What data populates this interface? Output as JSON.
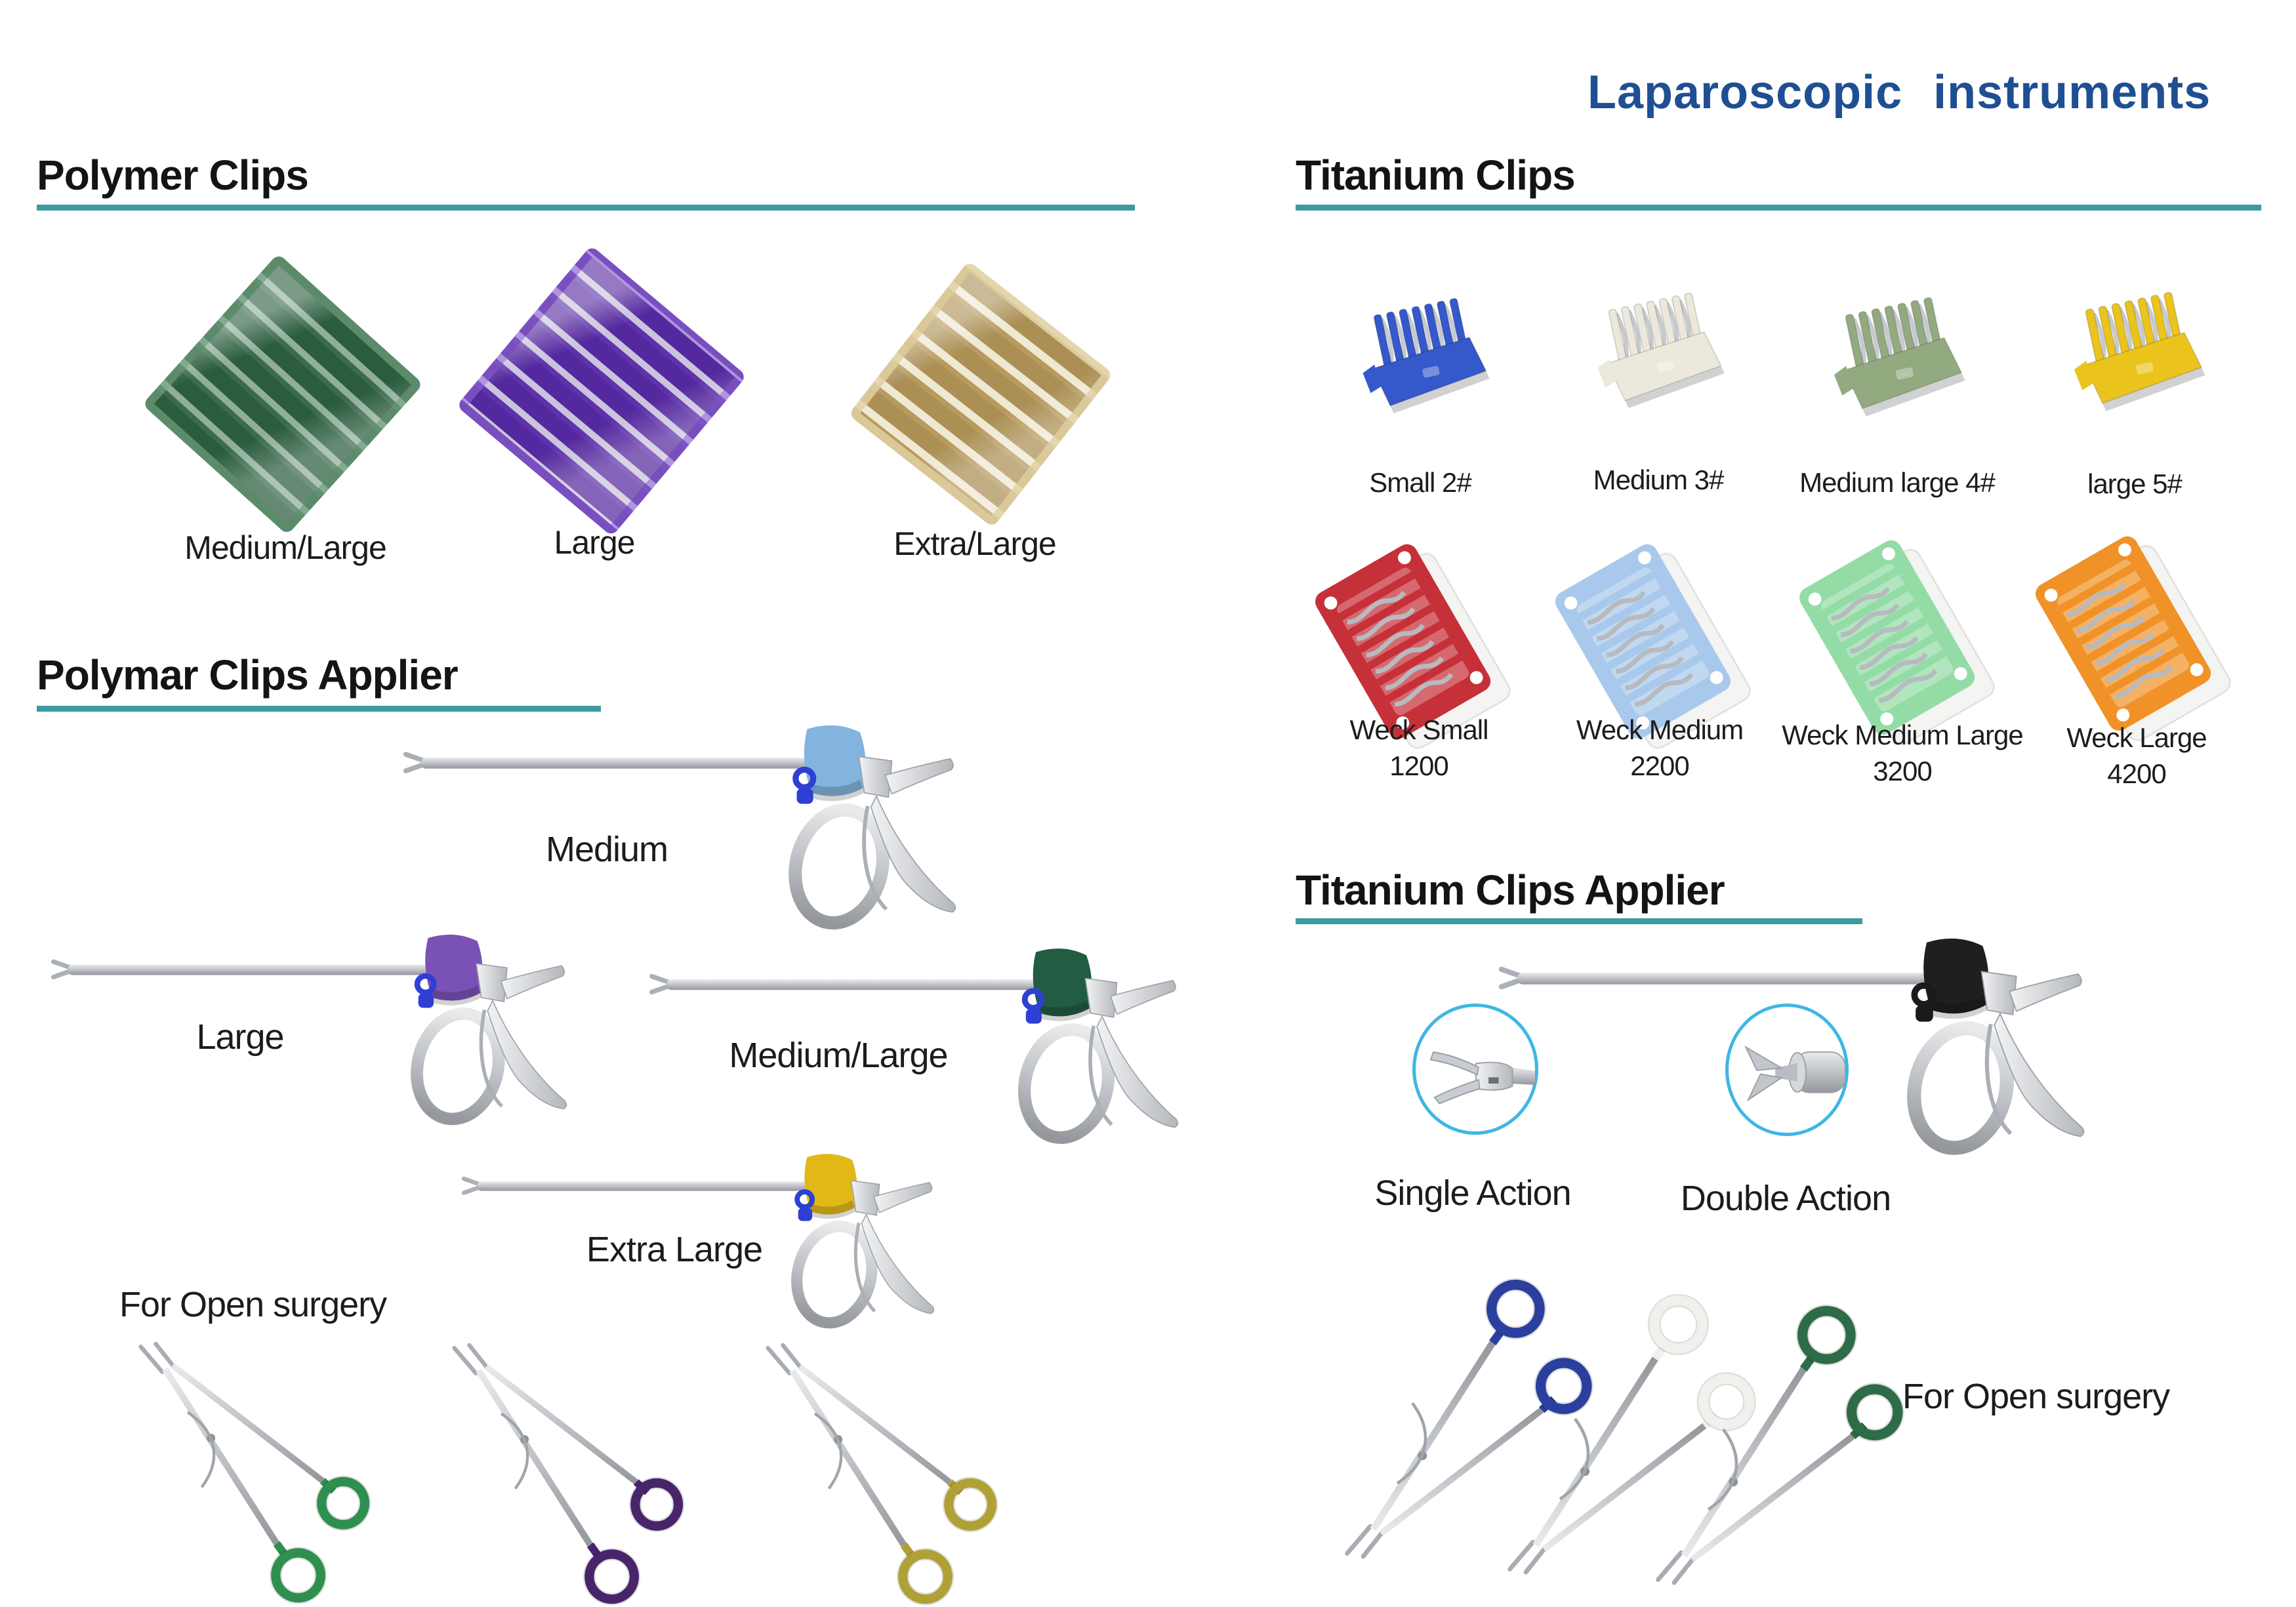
{
  "title": "Laparoscopic instruments",
  "polymer_clips": {
    "heading": "Polymer Clips",
    "items": [
      {
        "label": "Medium/Large",
        "box_color": "#2a5c3d"
      },
      {
        "label": "Large",
        "box_color": "#54289e"
      },
      {
        "label": "Extra/Large",
        "box_color": "#ab8f54"
      }
    ]
  },
  "polymer_applier": {
    "heading": "Polymar Clips Applier",
    "items": [
      {
        "label": "Medium",
        "cap_color": "#82b4df"
      },
      {
        "label": "Large",
        "cap_color": "#7a52b5"
      },
      {
        "label": "Medium/Large",
        "cap_color": "#215c43"
      },
      {
        "label": "Extra Large",
        "cap_color": "#e2b818"
      }
    ],
    "open_surgery_label": "For Open surgery",
    "open_surgery_handle_colors": [
      "#2f8f4e",
      "#48246b",
      "#b0a136"
    ]
  },
  "titanium_clips": {
    "heading": "Titanium Clips",
    "row1": [
      {
        "label": "Small 2#",
        "color": "#3558cb"
      },
      {
        "label": "Medium 3#",
        "color": "#ece9dc"
      },
      {
        "label": "Medium large 4#",
        "color": "#93aa80"
      },
      {
        "label": "large 5#",
        "color": "#eac31c"
      }
    ],
    "row2": [
      {
        "label": "Weck Small",
        "code": "1200",
        "color": "#c63038"
      },
      {
        "label": "Weck Medium",
        "code": "2200",
        "color": "#a9c9ec"
      },
      {
        "label": "Weck Medium Large",
        "code": "3200",
        "color": "#93dca6"
      },
      {
        "label": "Weck Large",
        "code": "4200",
        "color": "#f09227"
      }
    ]
  },
  "titanium_applier": {
    "heading": "Titanium Clips Applier",
    "cap_color": "#1f1f1f",
    "actions": [
      {
        "label": "Single Action"
      },
      {
        "label": "Double Action"
      }
    ],
    "open_surgery_label": "For Open surgery",
    "open_surgery_handle_colors": [
      "#2b3f9e",
      "#f0f0ed",
      "#2e6b47"
    ]
  },
  "accent": {
    "title_color": "#1f4f93",
    "underline_color": "#3d99a2",
    "detail_circle_color": "#3fb6e4"
  }
}
